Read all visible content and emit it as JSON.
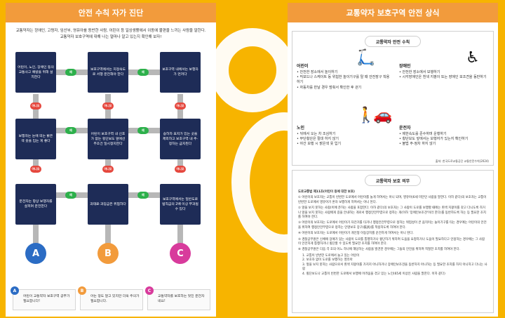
{
  "left": {
    "title": "안전 수칙 자가 진단",
    "intro": "교통약자는 장애인, 고령자, 임산부, 영유아를 동반한 사람, 어린이 등 일상생활에서 이동에 불편을 느끼는 사람을 말한다. 교통약자 보호구역에 대해 나는 얼마나 알고 있는지 확인해 보자!",
    "boxes": [
      "어린이, 노인, 장애인 등의 교통사고 예방을 위해 설치한다",
      "보호구역에서는 지정속도로 서행 운전해야 한다",
      "보호구역 내에서는 보행자가 먼저다",
      "보행자는 눈에 띄는 밝은색 옷을 입는 게 좋다",
      "어린이 보호구역 내 신호가 없는 횡단보도 앞에선 무조건 일시정지한다",
      "승하차 표지가 있는 곳을 제외하고 보호구역 내 주·정차는 금지된다",
      "운전자는 항상 보행자를 살피며 운전한다",
      "과태료·과징금은 위험하다",
      "보호구역에서는 일반도로 범칙금의 2배 이상 부과될 수 있다"
    ],
    "yes": "예",
    "no": "아니오",
    "ends": [
      "A",
      "B",
      "C"
    ],
    "results": [
      "어린이 교통약자 보호구역 공부가 필요합니다!",
      "아는 정도 알고 있지만 더욱 주의가 필요합니다.",
      "교통약자를 보호하는 멋진 운전자네요!"
    ]
  },
  "right": {
    "title": "교통약자 보호구역 안전 상식",
    "safety_pill": "교통약자 안전 수칙",
    "groups": [
      {
        "name": "어린이",
        "icon": "child-kickscooter-icon",
        "items": [
          "안전한 장소에서 놀이하기",
          "킥보드나 스케이트 등 위험한 놀이기구를 탈 때 안전장구 착용하기",
          "자동차를 만날 경우 멈춰서 확인한 후 걷기"
        ]
      },
      {
        "name": "장애인",
        "icon": "wheelchair-icon",
        "items": [
          "안전한 장소에서 보행하기",
          "시각장애인은 흰색 지팡이 또는 장애인 보조견을 동반하기"
        ]
      },
      {
        "name": "노인",
        "icon": "elderly-crosswalk-icon",
        "items": [
          "뒤에서 오는 차 조심하기",
          "무단횡단은 절대 하지 않기",
          "야간 보행 시 밝은색 옷 입기"
        ]
      },
      {
        "name": "운전자",
        "icon": "car-driver-icon",
        "items": [
          "제한속도를 준수하며 운행하기",
          "횡단보도 앞에서는 보행자가 있는지 확인하기",
          "불법 주·정차 하지 않기"
        ]
      }
    ],
    "source": "출처: 한국도로교통공단 교통안전수칙(2024)",
    "duty_pill": "교통약자 보호 의무",
    "law_heading": "도로교통법 제11조(어린이 등에 대한 보호)",
    "law_paragraphs": [
      "① 어린이의 보호자는 교통이 빈번한 도로에서 어린이를 놀게 하여서는 아니 되며, 영유아(6세 미만인 사람을 말한다. 이하 같다)의 보호자는 교통이 빈번한 도로에서 영유아가 혼자 보행하게 하여서는 아니 된다.",
      "② 앞을 보지 못하는 사람(이에 준하는 사람을 포함한다. 이하 같다)의 보호자는 그 사람이 도로를 보행할 때에는 흰색 지팡이를 갖고 다니도록 하거나 앞을 보지 못하는 사람에게 길을 안내하는 개로서 행정안전부령으로 정하는 개(이하 '장애인보조견'이라 한다)를 동반하도록 하는 등 필요한 조치를 하여야 한다.",
      "③ 어린이의 보호자는 도로에서 어린이가 자전거를 타거나 행정안전부령으로 정하는 위험성이 큰 움직이는 놀이기구를 타는 경우에는 어린이의 안전을 위하여 행정안전부령으로 정하는 인명보호 장구(裝具)를 착용하도록 하여야 한다.",
      "④ 어린이의 보호자는 도로에서 어린이가 개인형 이동장치를 운전하게 하여서는 아니 된다.",
      "⑤ 경찰공무원은 신체에 장애가 있는 사람이 도로를 통행하거나 횡단하기 위하여 도움을 요청하거나 도움이 필요하다고 인정하는 경우에는 그 사람이 안전하게 통행하거나 횡단할 수 있도록 필요한 조치를 하여야 한다.",
      "⑥ 경찰공무원은 다음 각 호의 어느 하나에 해당하는 사람을 발견한 경우에는 그들의 안전을 위하여 적절한 조치를 하여야 한다."
    ],
    "law_items": [
      "1. 교통이 빈번한 도로에서 놀고 있는 어린이",
      "2. 보호자 없이 도로를 보행하는 영유아",
      "3. 앞을 보지 못하는 사람으로서 흰색 지팡이를 가지지 아니하거나 장애인보조견을 동반하지 아니하는 등 필요한 조치를 하지 아니하고 다니는 사람",
      "4. 횡단보도나 교통이 빈번한 도로에서 보행에 어려움을 겪고 있는 노인(65세 이상인 사람을 말한다. 이하 같다)"
    ]
  }
}
